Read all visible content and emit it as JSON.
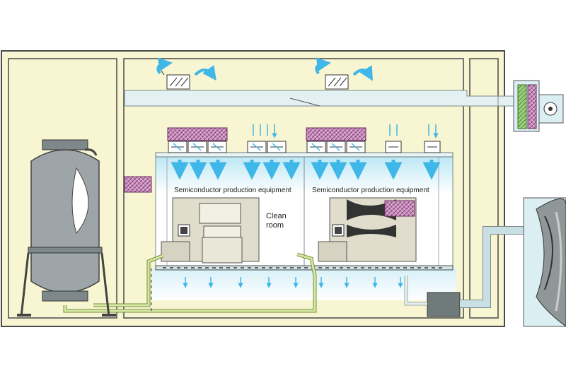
{
  "labels": {
    "equipment_left": "Semiconductor production equipment",
    "equipment_right": "Semiconductor production equipment",
    "clean_room_line1": "Clean",
    "clean_room_line2": "room"
  },
  "colors": {
    "building_fill": "#f6f4cf",
    "building_stroke": "#4a4a4a",
    "duct": "#dcecee",
    "airflow_arrow": "#3fb7e8",
    "clean_room_top": "#cfeff8",
    "hepa_filter": "#b86aa8",
    "pipe": "#b8d98a",
    "vessel": "#9ea5a8",
    "machine": "#ddddcc",
    "return_pipe": "#bcd9dc"
  },
  "icons": [
    "fan-filter-unit-icon",
    "hepa-filter-icon",
    "airflow-arrow-icon",
    "blower-icon",
    "exhaust-fan-icon",
    "pressure-vessel-icon",
    "pump-icon"
  ]
}
